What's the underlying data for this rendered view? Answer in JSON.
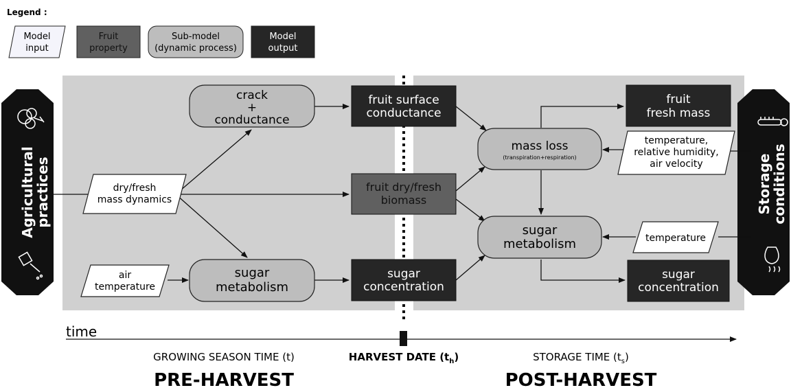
{
  "legend": {
    "title": "Legend :",
    "model_input": [
      "Model",
      "input"
    ],
    "fruit_property": [
      "Fruit",
      "property"
    ],
    "sub_model": [
      "Sub-model",
      "(dynamic process)"
    ],
    "model_output": [
      "Model",
      "output"
    ]
  },
  "side": {
    "left": [
      "Agricultural",
      "practices"
    ],
    "right": [
      "Storage",
      "conditions"
    ]
  },
  "nodes": {
    "crack": [
      "crack",
      "+",
      "conductance"
    ],
    "fruit_surface": [
      "fruit surface",
      "conductance"
    ],
    "fruit_fresh_mass": [
      "fruit",
      "fresh mass"
    ],
    "mass_loss": "mass loss",
    "mass_loss_sub": "(transpiration+respiration)",
    "storage_inputs": [
      "temperature,",
      "relative humidity,",
      "air velocity"
    ],
    "dry_fresh": [
      "dry/fresh",
      "mass dynamics"
    ],
    "biomass": [
      "fruit dry/fresh",
      "biomass"
    ],
    "sugar_met_post": [
      "sugar",
      "metabolism"
    ],
    "temperature": "temperature",
    "air_temp": [
      "air",
      "temperature"
    ],
    "sugar_met_pre": [
      "sugar",
      "metabolism"
    ],
    "sugar_conc_pre": [
      "sugar",
      "concentration"
    ],
    "sugar_conc_post": [
      "sugar",
      "concentration"
    ]
  },
  "timeline": {
    "label": "time",
    "growing": "GROWING SEASON TIME (t)",
    "harvest_date": "HARVEST DATE (t",
    "harvest_sub": "h",
    "harvest_close": ")",
    "storage": "STORAGE TIME (t",
    "storage_sub": "s",
    "storage_close": ")",
    "pre": "PRE-HARVEST",
    "post": "POST-HARVEST"
  },
  "colors": {
    "panel": "#d0d0d0",
    "input_fill": "#ffffff",
    "legend_input_fill": "#f4f4fb",
    "fruit_property": "#606060",
    "sub_model": "#bdbdbd",
    "model_output": "#262626",
    "side_tag": "#111111"
  },
  "icons": [
    "tree-icon",
    "watering-can-icon",
    "thermometer-icon",
    "humidity-icon"
  ]
}
